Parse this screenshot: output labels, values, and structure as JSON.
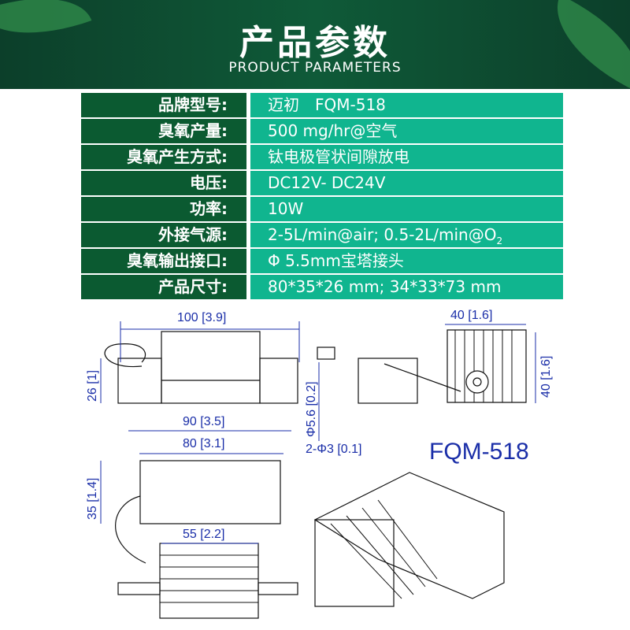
{
  "header": {
    "title": "产品参数",
    "subtitle": "PRODUCT PARAMETERS"
  },
  "params": [
    {
      "label": "品牌型号:",
      "value": "迈初　FQM-518"
    },
    {
      "label": "臭氧产量:",
      "value": "500 mg/hr@空气"
    },
    {
      "label": "臭氧产生方式:",
      "value": "钛电极管状间隙放电"
    },
    {
      "label": "电压:",
      "value": "DC12V- DC24V"
    },
    {
      "label": "功率:",
      "value": "10W"
    },
    {
      "label": "外接气源:",
      "value": "2-5L/min@air; 0.5-2L/min@O",
      "value_sub": "2"
    },
    {
      "label": "臭氧输出接口:",
      "value": "Φ 5.5mm宝塔接头"
    },
    {
      "label": "产品尺寸:",
      "value": "80*35*26 mm; 34*33*73 mm"
    }
  ],
  "dimensions": {
    "length": "100",
    "length_in": "[3.9]",
    "height": "26",
    "height_in": "[1]",
    "outlet": "Φ5.6",
    "outlet_in": "[0.2]",
    "width": "40",
    "width_in": "[1.6]",
    "side_h": "40",
    "side_h_in": "[1.6]",
    "mount": "90",
    "mount_in": "[3.5]",
    "body": "80",
    "body_in": "[3.1]",
    "holes": "2-Φ3",
    "holes_in": "[0.1]",
    "depth": "35",
    "depth_in": "[1.4]",
    "sink": "55",
    "sink_in": "[2.2]"
  },
  "model": "FQM-518"
}
